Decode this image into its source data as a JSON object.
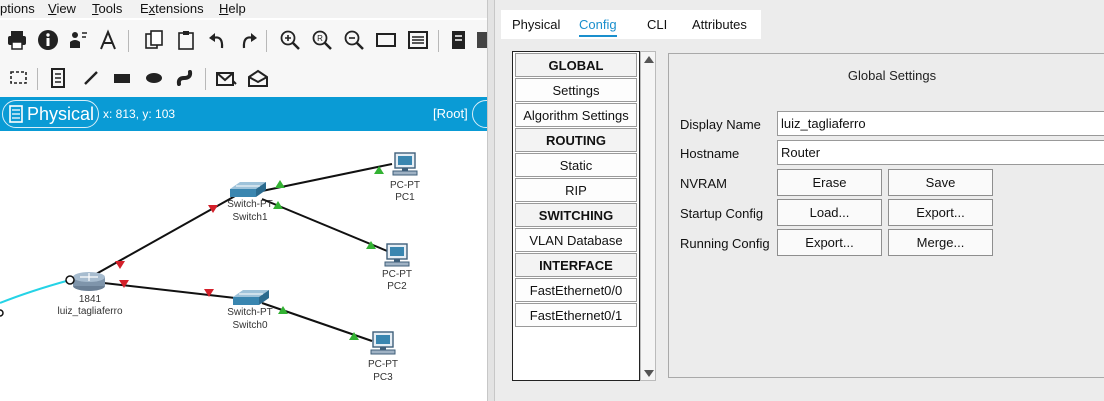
{
  "menu": {
    "items": [
      {
        "pre": "",
        "u": "",
        "post": "ptions"
      },
      {
        "pre": "",
        "u": "V",
        "post": "iew"
      },
      {
        "pre": "",
        "u": "T",
        "post": "ools"
      },
      {
        "pre": "E",
        "u": "x",
        "post": "tensions"
      },
      {
        "pre": "",
        "u": "H",
        "post": "elp"
      }
    ]
  },
  "workspace": {
    "mode_label": "Physical",
    "coords": "x: 813, y: 103",
    "root_label": "[Root]"
  },
  "topology": {
    "router": {
      "model": "1841",
      "name": "luiz_tagliaferro"
    },
    "switch1": {
      "model": "Switch-PT",
      "name": "Switch1"
    },
    "switch0": {
      "model": "Switch-PT",
      "name": "Switch0"
    },
    "pc1": {
      "model": "PC-PT",
      "name": "PC1"
    },
    "pc2": {
      "model": "PC-PT",
      "name": "PC2"
    },
    "pc3": {
      "model": "PC-PT",
      "name": "PC3"
    },
    "colors": {
      "link_up": "#33b233",
      "link_down": "#d4202a",
      "serial_link": "#25d3e6"
    }
  },
  "tabs": [
    "Physical",
    "Config",
    "CLI",
    "Attributes"
  ],
  "active_tab": "Config",
  "nav": {
    "items": [
      {
        "label": "GLOBAL",
        "header": true
      },
      {
        "label": "Settings",
        "header": false
      },
      {
        "label": "Algorithm Settings",
        "header": false
      },
      {
        "label": "ROUTING",
        "header": true
      },
      {
        "label": "Static",
        "header": false
      },
      {
        "label": "RIP",
        "header": false
      },
      {
        "label": "SWITCHING",
        "header": true
      },
      {
        "label": "VLAN Database",
        "header": false
      },
      {
        "label": "INTERFACE",
        "header": true
      },
      {
        "label": "FastEthernet0/0",
        "header": false
      },
      {
        "label": "FastEthernet0/1",
        "header": false
      }
    ]
  },
  "settings": {
    "title": "Global Settings",
    "display_name_label": "Display Name",
    "display_name_value": "luiz_tagliaferro",
    "hostname_label": "Hostname",
    "hostname_value": "Router",
    "nvram_label": "NVRAM",
    "erase_label": "Erase",
    "save_label": "Save",
    "startup_label": "Startup Config",
    "load_label": "Load...",
    "startup_export_label": "Export...",
    "running_label": "Running Config",
    "running_export_label": "Export...",
    "merge_label": "Merge..."
  }
}
